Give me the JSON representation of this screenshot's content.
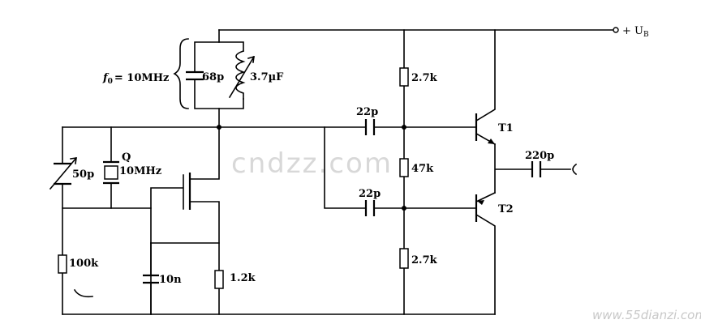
{
  "supply": {
    "label": "+ U",
    "sub": "B"
  },
  "tank": {
    "freq_label": "f",
    "freq_sub": "0",
    "freq_value": "= 10MHz",
    "cap": "68p",
    "ind": "3.7µF"
  },
  "crystal": {
    "name": "Q",
    "freq": "10MHz"
  },
  "trimmer": {
    "value": "50p"
  },
  "resistors": {
    "r_gate": "100k",
    "r_source": "1.2k",
    "r_top": "2.7k",
    "r_mid": "47k",
    "r_bot": "2.7k"
  },
  "capacitors": {
    "c_source": "10n",
    "c_top": "22p",
    "c_bot": "22p",
    "c_out": "220p"
  },
  "transistors": {
    "top": "T1",
    "bottom": "T2"
  },
  "watermark": {
    "text": "cndzz.com",
    "site": "www.55dianzi.com"
  }
}
